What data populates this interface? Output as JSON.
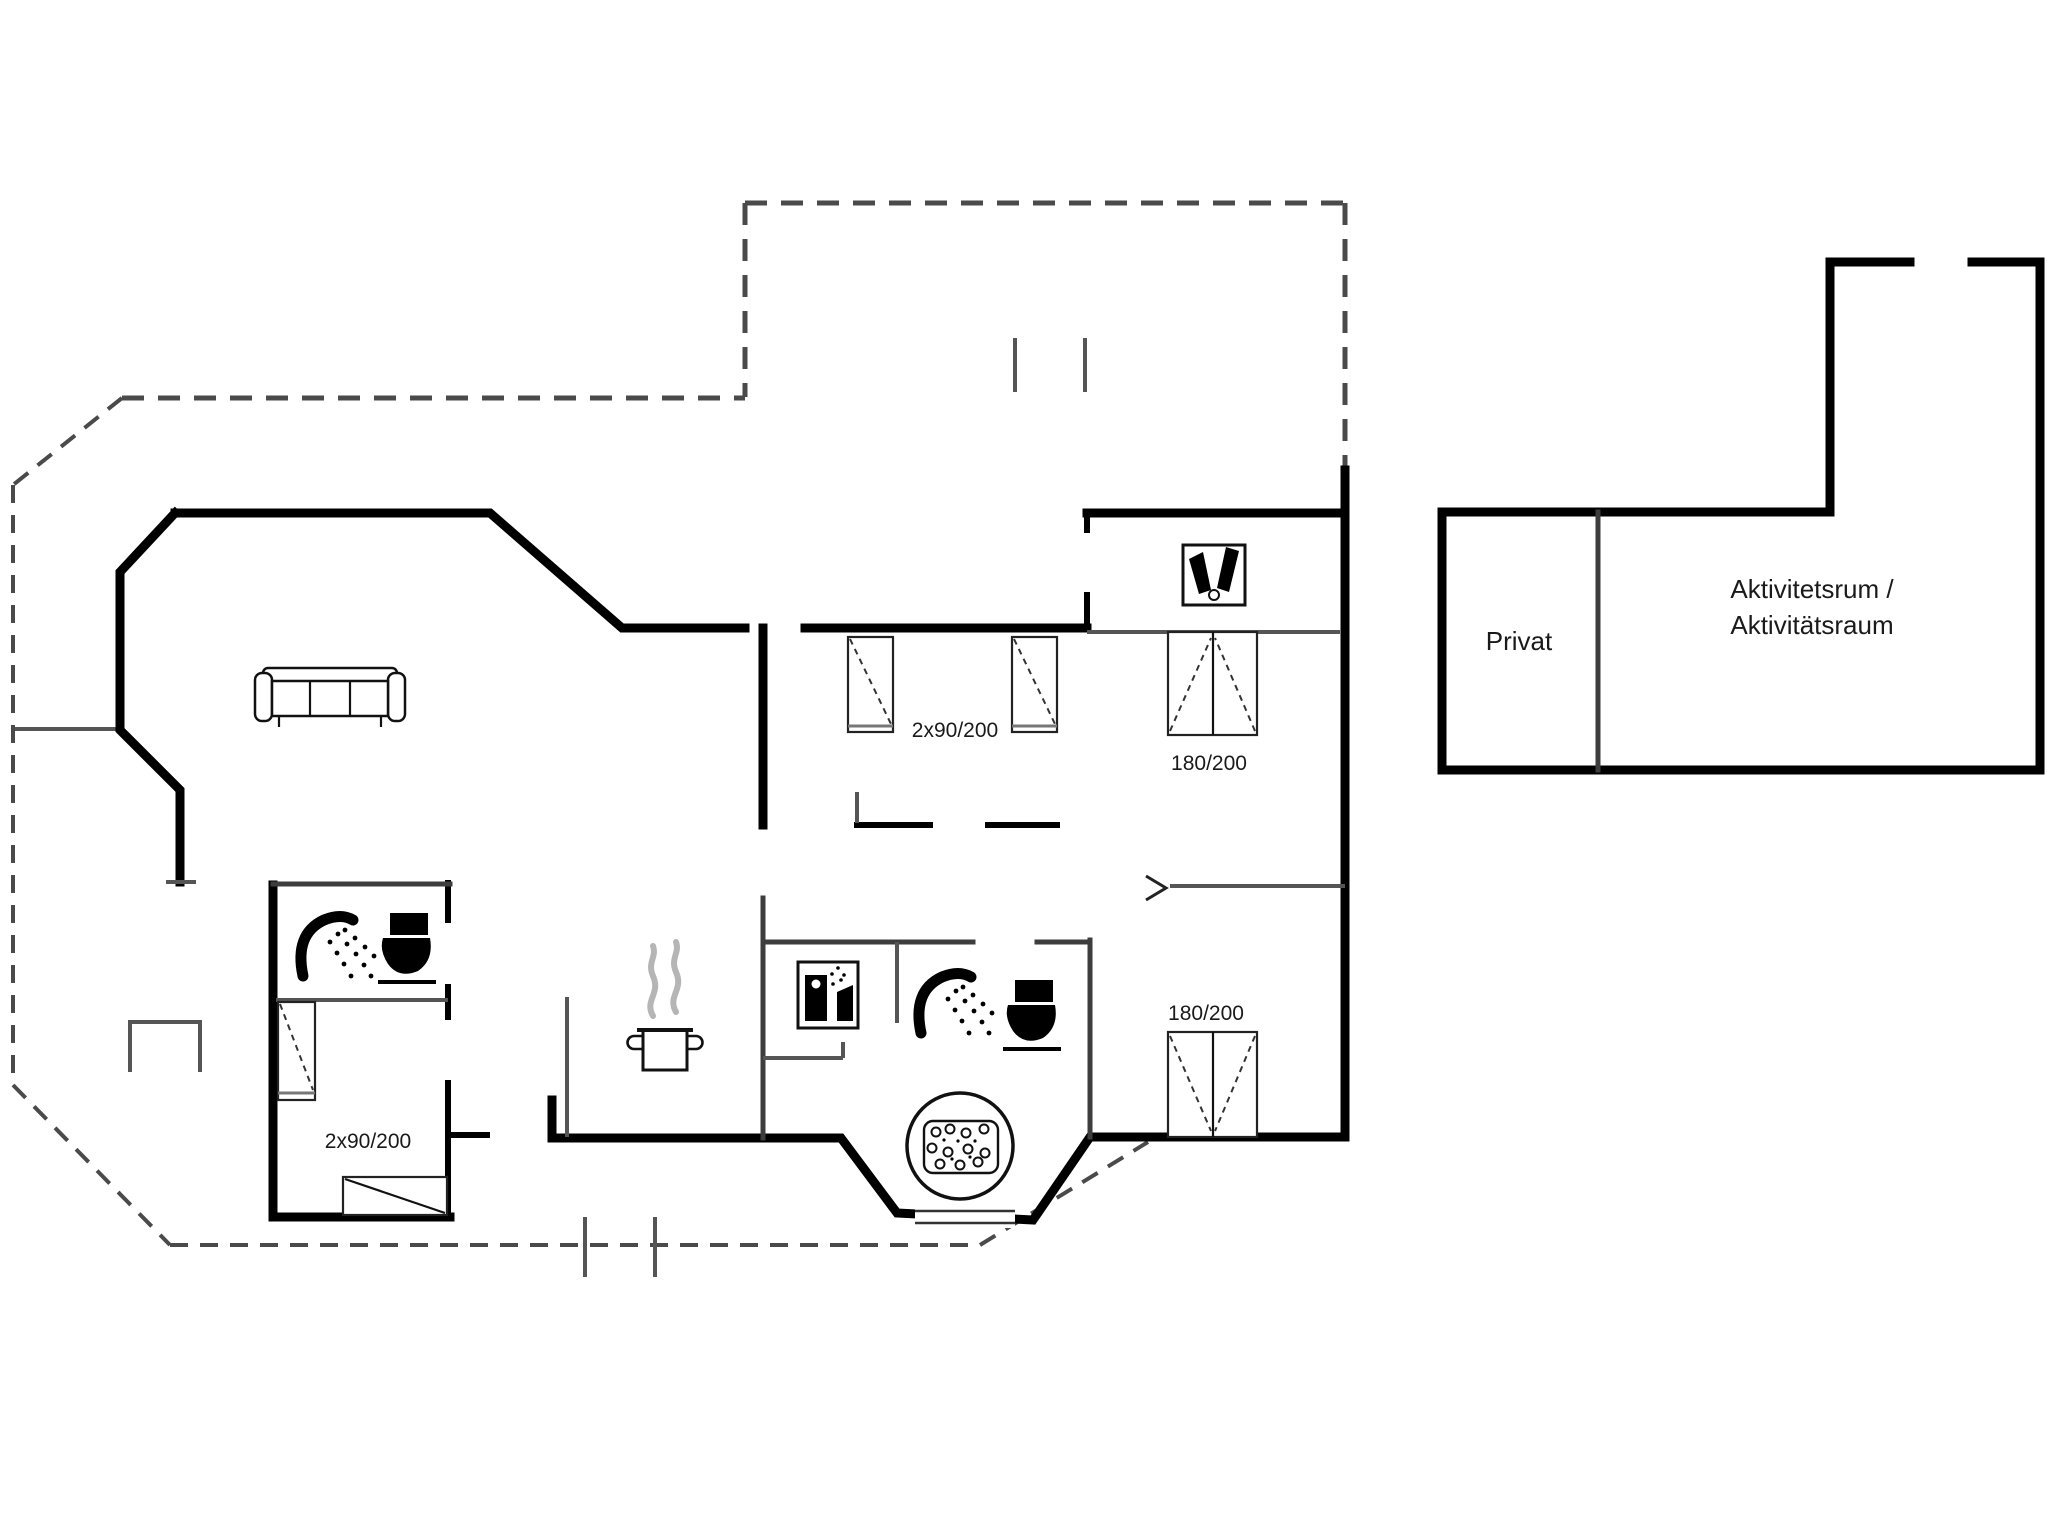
{
  "colors": {
    "background": "#ffffff",
    "wall": "#000000",
    "interior_wall": "#3d3d3d",
    "terrace_outline": "#4a4a4a",
    "label_text": "#1a1a1a",
    "steam_gray": "#b5b5b5"
  },
  "plan": {
    "beds": {
      "twin_top": "2x90/200",
      "twin_left": "2x90/200",
      "double_upper": "180/200",
      "double_lower": "180/200"
    },
    "rooms": {
      "private": "Privat",
      "activity_line1": "Aktivitetsrum /",
      "activity_line2": "Aktivitätsraum"
    }
  },
  "icons": {
    "sofa": "sofa-top-view",
    "shower": "shower-head-with-spray",
    "toilet": "toilet-silhouette",
    "washing_machine": "washing-machine",
    "double_sink": "double-washbasin",
    "whirlpool": "whirlpool-with-bubbles",
    "stove": "steaming-pot",
    "door_swing": "door-opening-chevron"
  }
}
